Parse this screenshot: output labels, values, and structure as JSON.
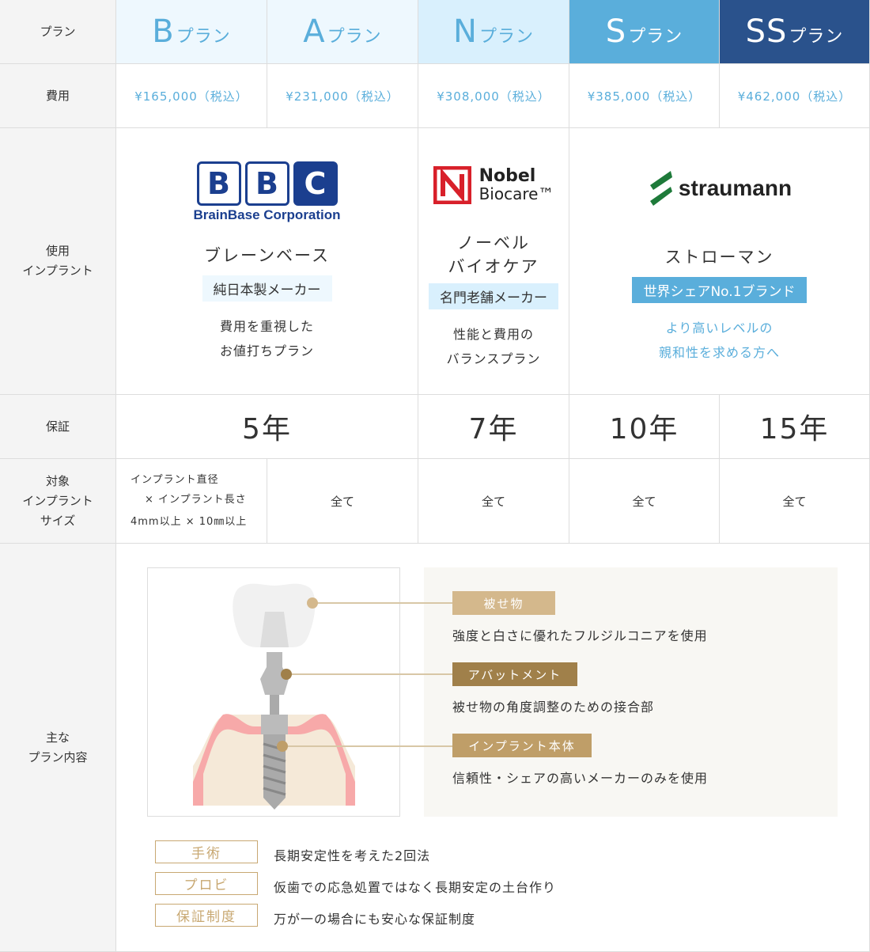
{
  "rows": {
    "plan": "プラン",
    "cost": "費用",
    "implant": "使用\nインプラント",
    "warranty": "保証",
    "size": "対象\nインプラント\nサイズ",
    "content": "主な\nプラン内容"
  },
  "plans": [
    {
      "letter": "B",
      "suffix": "プラン",
      "price": "¥165,000（税込）",
      "bg": "#eef8fe",
      "fg": "#5aaedb"
    },
    {
      "letter": "A",
      "suffix": "プラン",
      "price": "¥231,000（税込）",
      "bg": "#eef8fe",
      "fg": "#5aaedb"
    },
    {
      "letter": "N",
      "suffix": "プラン",
      "price": "¥308,000（税込）",
      "bg": "#d9f0fd",
      "fg": "#5aaedb"
    },
    {
      "letter": "S",
      "suffix": "プラン",
      "price": "¥385,000（税込）",
      "bg": "#5aaedb",
      "fg": "#ffffff"
    },
    {
      "letter": "SS",
      "suffix": "プラン",
      "price": "¥462,000（税込）",
      "bg": "#2a528c",
      "fg": "#ffffff"
    }
  ],
  "brands": [
    {
      "logo_letters": [
        "B",
        "B",
        "C"
      ],
      "logo_text": "BrainBase Corporation",
      "name": "ブレーンベース",
      "tag": "純日本製メーカー",
      "desc": [
        "費用を重視した",
        "お値打ちプラン"
      ]
    },
    {
      "logo_text": [
        "Nobel",
        "Biocare™"
      ],
      "name": [
        "ノーベル",
        "バイオケア"
      ],
      "tag": "名門老舗メーカー",
      "desc": [
        "性能と費用の",
        "バランスプラン"
      ]
    },
    {
      "logo_text": "straumann",
      "name": "ストローマン",
      "tag": "世界シェアNo.1ブランド",
      "desc": [
        "より高いレベルの",
        "親和性を求める方へ"
      ]
    }
  ],
  "warranty": [
    "5年",
    "7年",
    "10年",
    "15年"
  ],
  "size": {
    "b_plan": [
      "インプラント直径",
      "× インプラント長さ",
      "4mm以上 × 10㎜以上"
    ],
    "others": "全て"
  },
  "parts": [
    {
      "label": "被せ物",
      "desc": "強度と白さに優れたフルジルコニアを使用",
      "color": "#d4b88c"
    },
    {
      "label": "アバットメント",
      "desc": "被せ物の角度調整のための接合部",
      "color": "#a0804a"
    },
    {
      "label": "インプラント本体",
      "desc": "信頼性・シェアの高いメーカーのみを使用",
      "color": "#bf9e68"
    }
  ],
  "features": [
    {
      "label": "手術",
      "desc": "長期安定性を考えた2回法"
    },
    {
      "label": "プロビ",
      "desc": "仮歯での応急処置ではなく長期安定の土台作り"
    },
    {
      "label": "保証制度",
      "desc": "万が一の場合にも安心な保証制度"
    }
  ]
}
